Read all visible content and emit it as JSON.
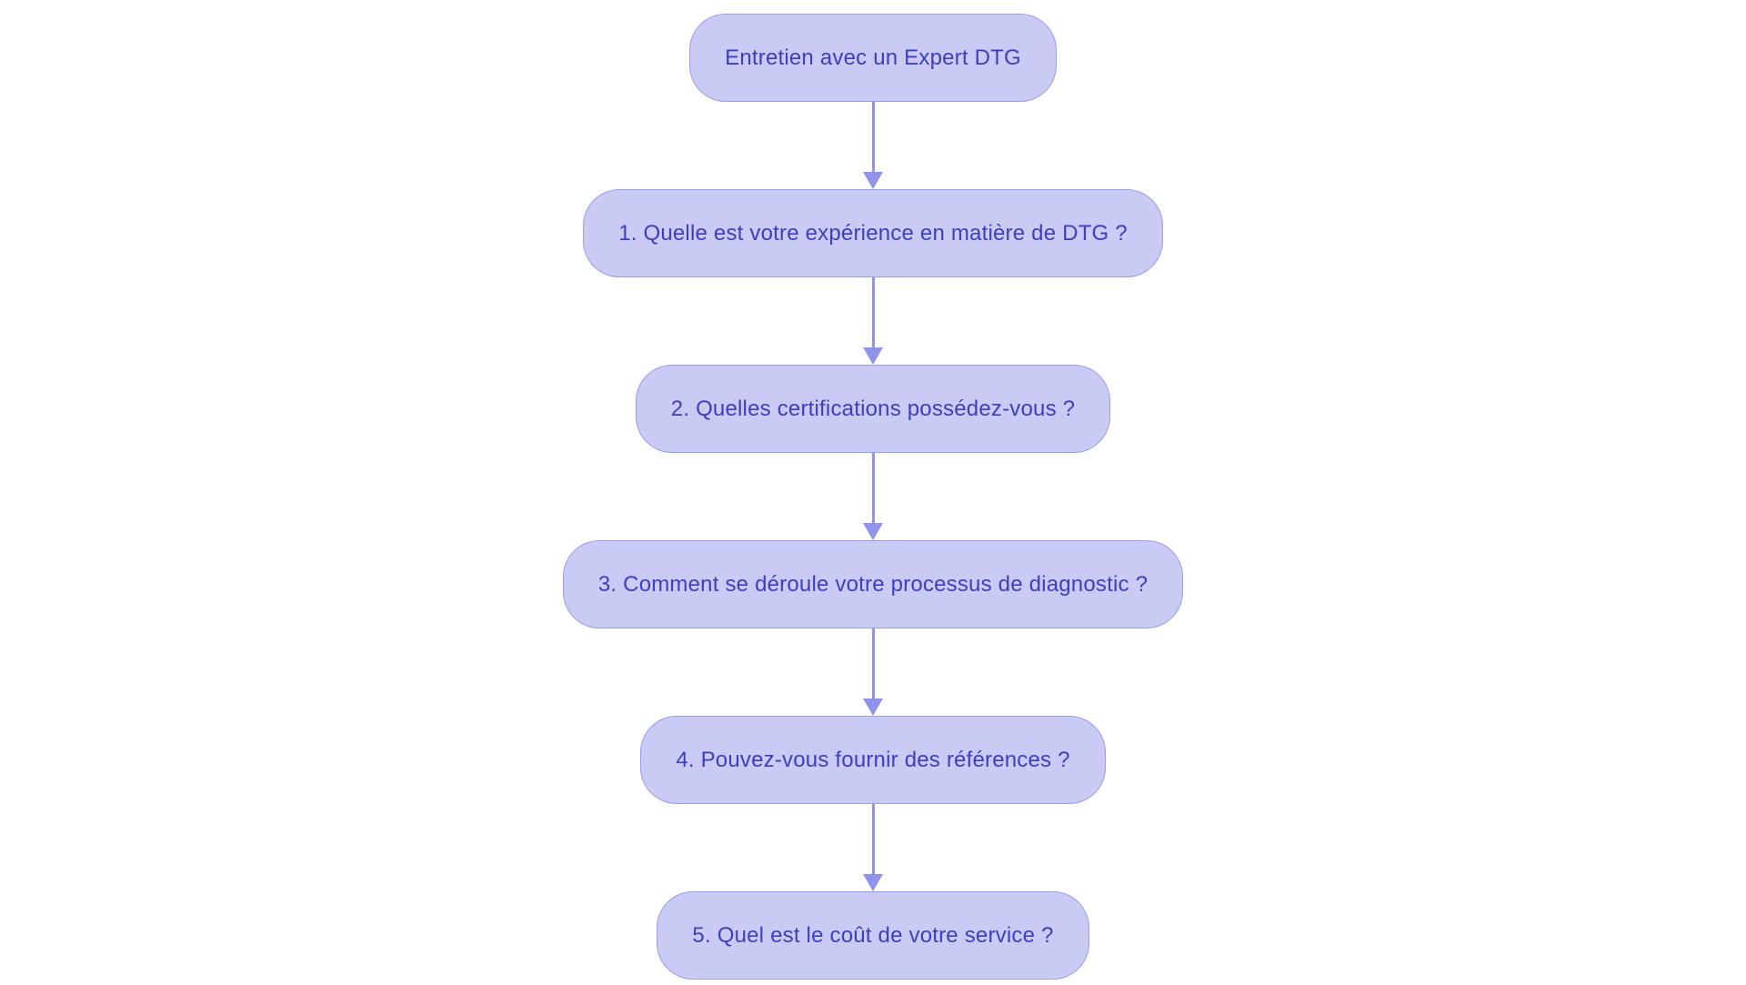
{
  "theme": {
    "background": "#ffffff",
    "node_fill": "#c9cbf4",
    "node_border": "#9a9de2",
    "text_color": "#3e3ec1",
    "arrow_color": "#8f93ec"
  },
  "diagram": {
    "type": "flowchart",
    "direction": "top-down",
    "nodes": [
      {
        "id": "start",
        "label": "Entretien avec un Expert DTG"
      },
      {
        "id": "q1",
        "label": "1. Quelle est votre expérience en matière de DTG ?"
      },
      {
        "id": "q2",
        "label": "2. Quelles certifications possédez-vous ?"
      },
      {
        "id": "q3",
        "label": "3. Comment se déroule votre processus de diagnostic ?"
      },
      {
        "id": "q4",
        "label": "4. Pouvez-vous fournir des références ?"
      },
      {
        "id": "q5",
        "label": "5. Quel est le coût de votre service ?"
      }
    ],
    "edges": [
      {
        "from": "start",
        "to": "q1"
      },
      {
        "from": "q1",
        "to": "q2"
      },
      {
        "from": "q2",
        "to": "q3"
      },
      {
        "from": "q3",
        "to": "q4"
      },
      {
        "from": "q4",
        "to": "q5"
      }
    ]
  }
}
